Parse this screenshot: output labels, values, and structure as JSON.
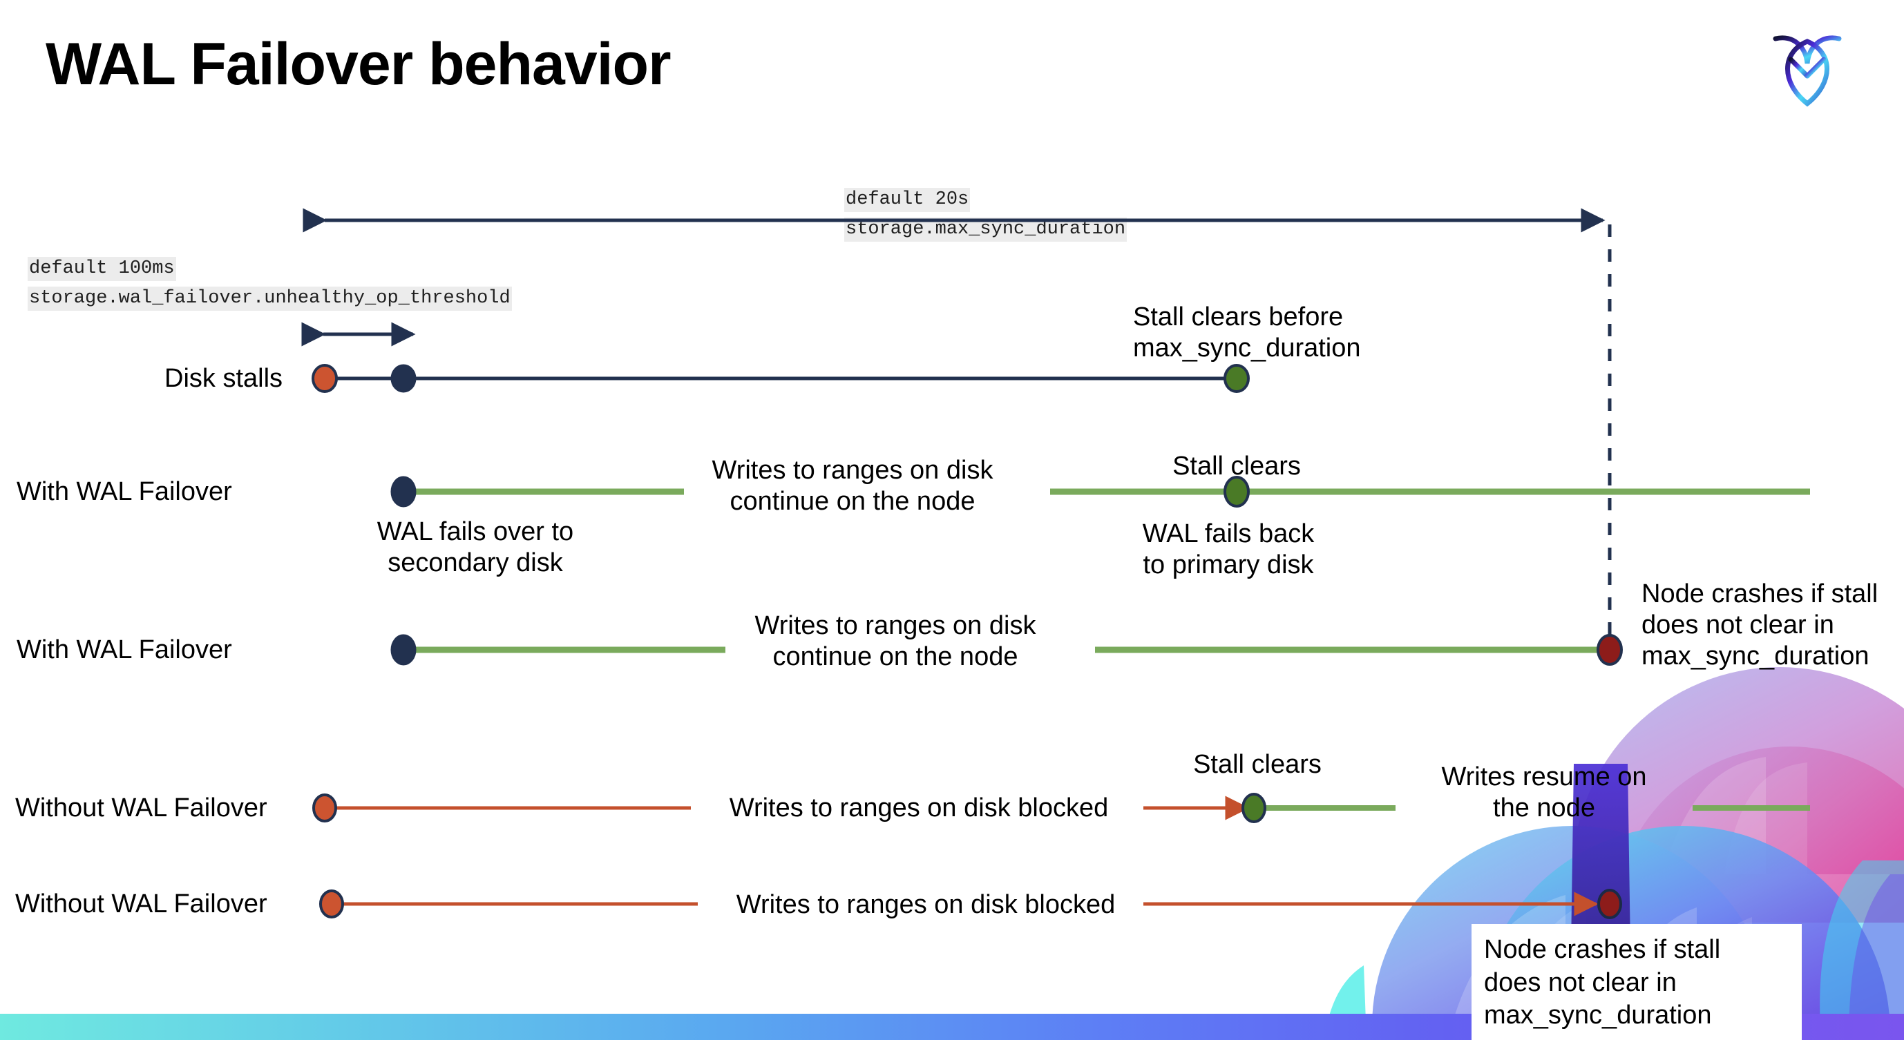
{
  "slide": {
    "title": "WAL Failover behavior",
    "logo_name": "cockroachdb-logo"
  },
  "annotations": {
    "max_sync_duration": {
      "default": "default 20s",
      "setting": "storage.max_sync_duration"
    },
    "unhealthy_op_threshold": {
      "default": "default 100ms",
      "setting": "storage.wal_failover.unhealthy_op_threshold"
    }
  },
  "rows": [
    {
      "id": "disk-stalls",
      "label": "Disk stalls",
      "above_note": "Stall clears before\nmax_sync_duration"
    },
    {
      "id": "with-wal-failover-1",
      "label": "With WAL Failover",
      "mid_note": "Writes to ranges on disk\ncontinue on the node",
      "above_note": "Stall clears",
      "below_start_note": "WAL fails over to\nsecondary disk",
      "below_note": "WAL fails  back\nto primary disk"
    },
    {
      "id": "with-wal-failover-2",
      "label": "With WAL Failover",
      "mid_note": "Writes to ranges on disk\ncontinue on the node",
      "right_note": "Node crashes if stall\ndoes not clear in\nmax_sync_duration"
    },
    {
      "id": "without-wal-failover-1",
      "label": "Without WAL Failover",
      "mid_note": "Writes to ranges on disk  blocked",
      "above_note": "Stall clears",
      "right_note": "Writes resume on\nthe node"
    },
    {
      "id": "without-wal-failover-2",
      "label": "Without WAL Failover",
      "mid_note": "Writes to ranges on disk  blocked",
      "callout_note": "Node crashes if stall\ndoes not clear in\nmax_sync_duration"
    }
  ],
  "texts": {
    "disk_stalls_label": "Disk stalls",
    "with_wal_failover_label": "With WAL Failover",
    "without_wal_failover_label": "Without WAL Failover",
    "stall_clears_before": "Stall clears before",
    "max_sync_duration_word": "max_sync_duration",
    "stall_clears": "Stall clears",
    "writes_continue_1": "Writes to ranges on disk",
    "writes_continue_2": "continue on the node",
    "wal_fails_over_1": "WAL fails over to",
    "wal_fails_over_2": "secondary disk",
    "wal_fails_back_1": "WAL fails  back",
    "wal_fails_back_2": "to primary disk",
    "node_crashes_1": "Node crashes if stall",
    "node_crashes_2": "does not clear in",
    "node_crashes_3": "max_sync_duration",
    "writes_blocked": "Writes to ranges on disk  blocked",
    "writes_resume_1": "Writes resume on",
    "writes_resume_2": "the node"
  },
  "colors": {
    "navy": "#22314f",
    "navy_dark": "#1b2a47",
    "green_line": "#7aaa5c",
    "green_dot": "#4a7a26",
    "orange_dot": "#cc5430",
    "orange_line": "#c4502c",
    "dark_red_dot": "#8d1c1a",
    "code_bg": "#ececec",
    "bar_cyan": "#6fe9e0",
    "bar_purple": "#7a55ee"
  }
}
